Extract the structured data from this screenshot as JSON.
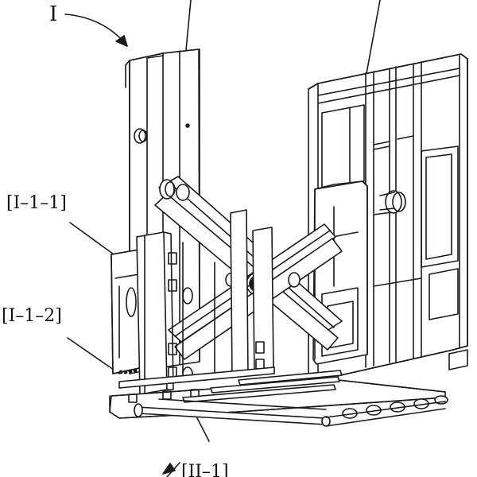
{
  "figure": {
    "labels": {
      "main_assembly": "I",
      "part_1_1": "[I–1–1]",
      "part_1_2": "[I–1–2]",
      "part_2_1": "[II–1]"
    },
    "colors": {
      "line": "#1a1a1a",
      "background": "#ffffff"
    }
  }
}
